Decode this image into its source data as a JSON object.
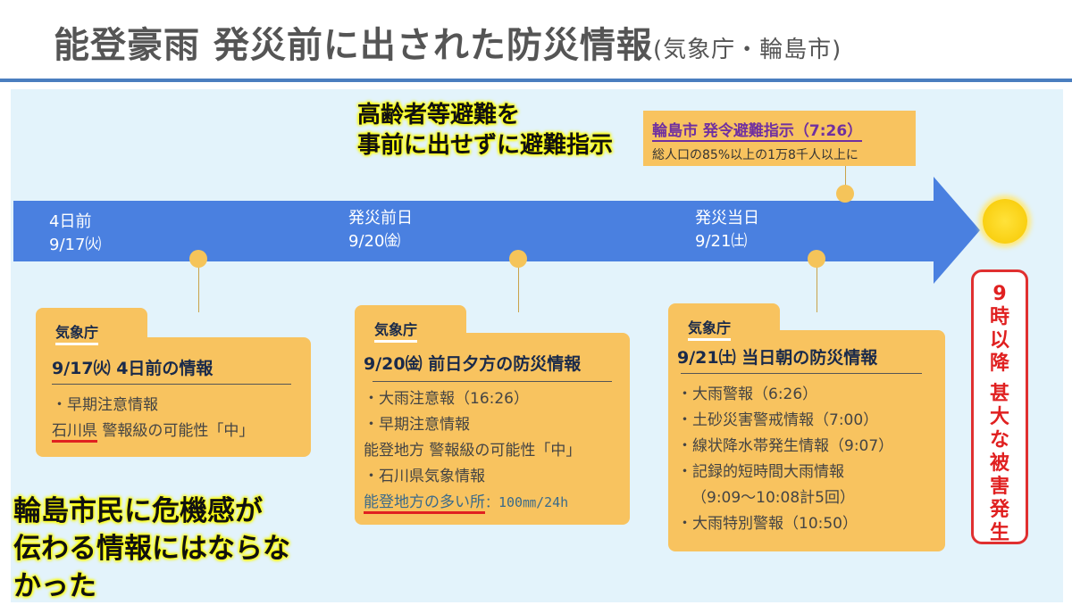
{
  "title": {
    "main": "能登豪雨 発災前に出された防災情報",
    "sub": "(気象庁・輪島市)"
  },
  "timeline": [
    {
      "label": "4日前",
      "date": "9/17㈫"
    },
    {
      "label": "発災前日",
      "date": "9/20㈮"
    },
    {
      "label": "発災当日",
      "date": "9/21㈯"
    }
  ],
  "callout_top": [
    "高齢者等避難を",
    "事前に出せずに避難指示"
  ],
  "callout_bottom": [
    "輪島市民に危機感が",
    "伝わる情報にはならな",
    "かった"
  ],
  "order_box": {
    "title": "輪島市 発令避難指示（7:26）",
    "text": "総人口の85%以上の1万8千人以上に"
  },
  "boxes": [
    {
      "tab": "気象庁",
      "heading": "9/17㈫ 4日前の情報",
      "items": [
        "・早期注意情報"
      ],
      "line2a": "石川県",
      "line2b": " 警報級の可能性「中」"
    },
    {
      "tab": "気象庁",
      "heading": "9/20㈮ 前日夕方の防災情報",
      "items": [
        "・大雨注意報（16:26）",
        "・早期注意情報",
        "能登地方 警報級の可能性「中」",
        "・石川県気象情報"
      ],
      "line2a": "能登地方の多い所",
      "line2b": "：100㎜/24h"
    },
    {
      "tab": "気象庁",
      "heading": "9/21㈯ 当日朝の防災情報",
      "items": [
        "・大雨警報（6:26）",
        "・土砂災害警戒情報（7:00）",
        "・線状降水帯発生情報（9:07）",
        "・記録的短時間大雨情報",
        "（9:09～10:08計5回）",
        "・大雨特別警報（10:50）"
      ]
    }
  ],
  "result": {
    "line1": "9",
    "line2": "時",
    "line3": "以",
    "line4": "降",
    "line5": "甚",
    "line6": "大",
    "line7": "な",
    "line8": "被",
    "line9": "害",
    "line10": "発",
    "line11": "生"
  },
  "colors": {
    "arrow": "#4a80e0",
    "box": "#f8c35f",
    "alert": "#e02020"
  }
}
